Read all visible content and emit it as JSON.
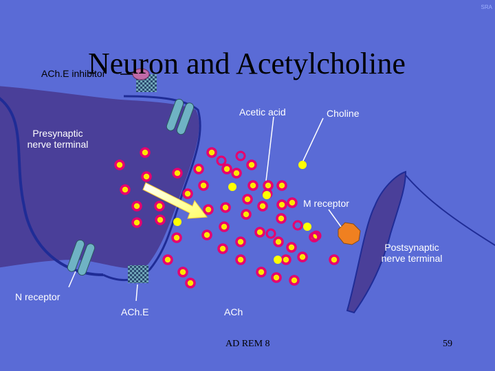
{
  "title": "Neuron and Acetylcholine",
  "corner_mark": "SRA",
  "labels": {
    "ache_inhibitor": "ACh.E inhibitor",
    "acetic_acid": "Acetic acid",
    "choline": "Choline",
    "presynaptic_line1": "Presynaptic",
    "presynaptic_line2": "nerve terminal",
    "m_receptor": "M receptor",
    "postsynaptic_line1": "Postsynaptic",
    "postsynaptic_line2": "nerve terminal",
    "n_receptor": "N receptor",
    "ache": "ACh.E",
    "ach": "ACh"
  },
  "footer": {
    "left": "AD REM 8",
    "page": "59"
  },
  "colors": {
    "background": "#5a6bd6",
    "neuron_body": "#4a3f99",
    "membrane": "#1f2c96",
    "ach_ring": "#e6006e",
    "ach_core": "#ffe600",
    "acetic_acid_ring": "#e6006e",
    "choline": "#ffff00",
    "receptor": "#6fb3c4",
    "m_receptor": "#f08020",
    "inhibitor": "#c06aa8"
  }
}
